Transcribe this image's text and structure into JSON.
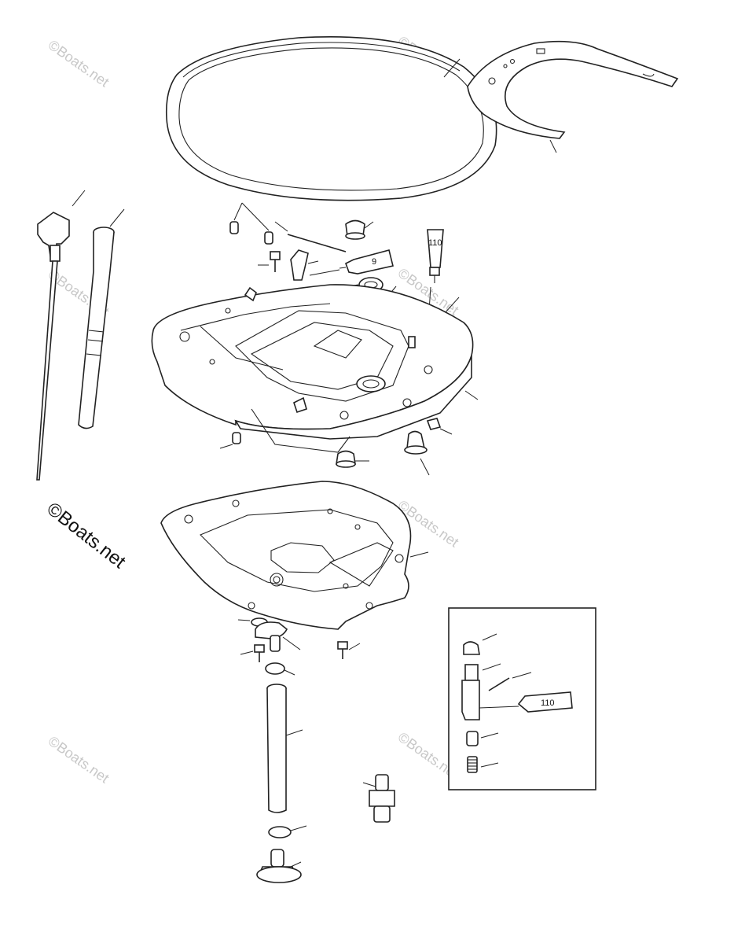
{
  "watermark": {
    "text": "©Boats.net",
    "main_text": "©Boats.net"
  },
  "tubes": {
    "tube_9": "9",
    "tube_110_upper": "110",
    "tube_110_inset": "110"
  }
}
